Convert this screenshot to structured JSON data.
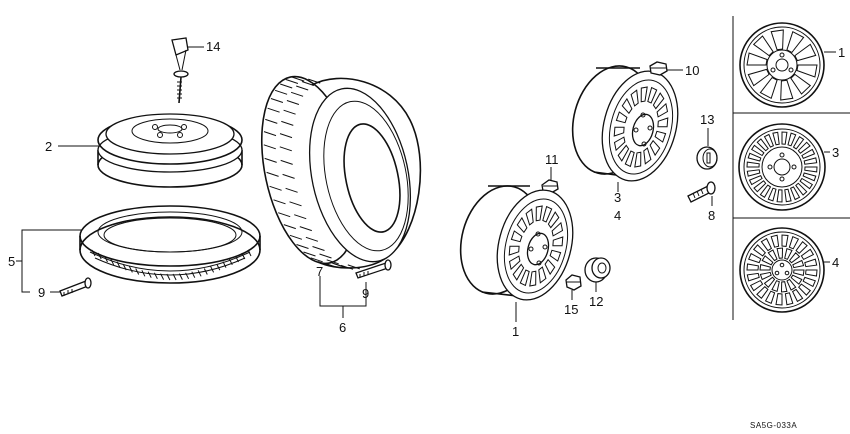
{
  "diagram": {
    "callouts": {
      "c14": "14",
      "c2": "2",
      "c5": "5",
      "c9a": "9",
      "c7": "7",
      "c9b": "9",
      "c6": "6",
      "c10": "10",
      "c11": "11",
      "c13": "13",
      "c3a": "3",
      "c4a": "4",
      "c8": "8",
      "c1a": "1",
      "c15": "15",
      "c12": "12",
      "c1b": "1",
      "c3b": "3",
      "c4b": "4"
    },
    "code": "SA5G-033A"
  }
}
